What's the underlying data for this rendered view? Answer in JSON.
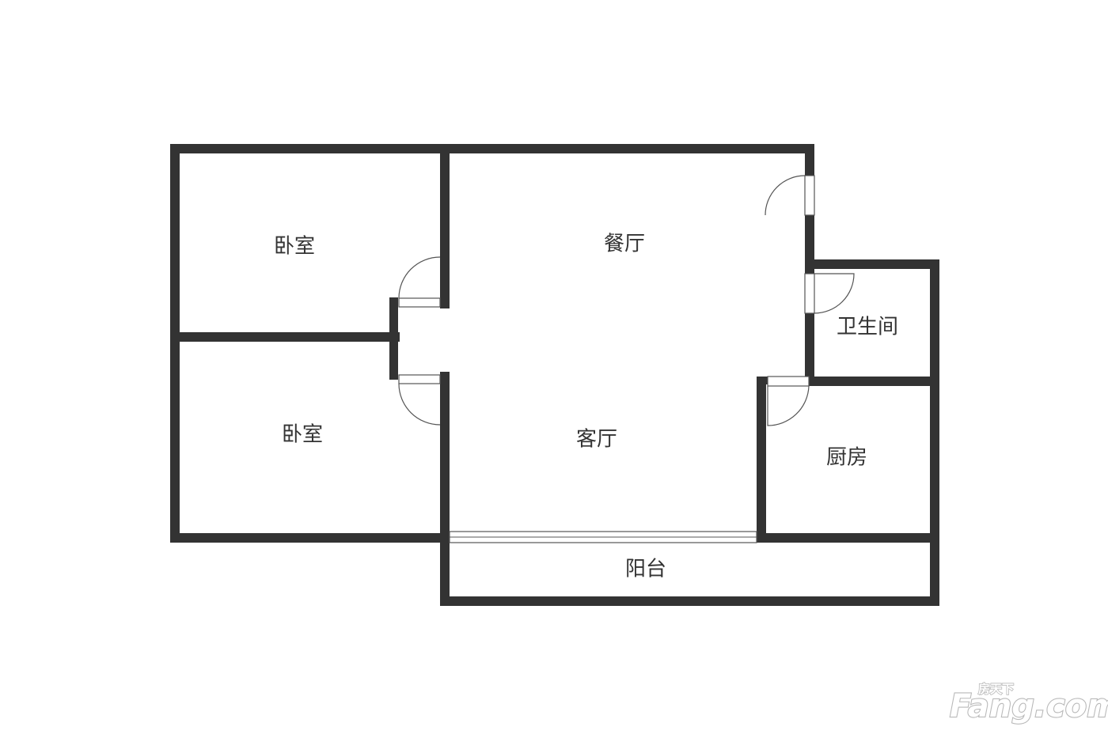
{
  "rooms": {
    "bedroom_top": "卧室",
    "bedroom_bottom": "卧室",
    "dining": "餐厅",
    "living": "客厅",
    "bathroom": "卫生间",
    "kitchen": "厨房",
    "balcony": "阳台"
  },
  "watermark": {
    "brand": "Fang.com",
    "chinese": "房天下"
  },
  "colors": {
    "wall": "#333333",
    "background": "#ffffff",
    "watermark_outline": "#b9b9b9"
  }
}
